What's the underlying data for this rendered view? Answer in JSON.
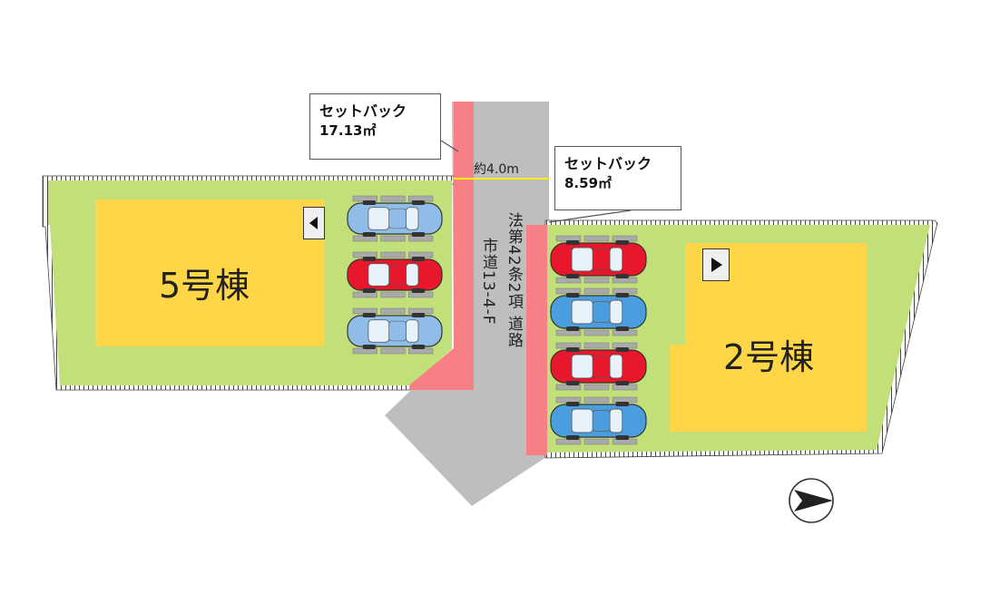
{
  "setback_left": {
    "title": "セットバック",
    "area": "17.13㎡"
  },
  "setback_right": {
    "title": "セットバック",
    "area": "8.59㎡"
  },
  "road_width": "約4.0m",
  "road_name": "市道13-4-F",
  "road_law": "法第42条2項 道路",
  "building_left": "5号棟",
  "building_right": "2号棟",
  "colors": {
    "lot_green": "#c2e07a",
    "building_yellow": "#ffd648",
    "road_gray": "#bebebe",
    "setback_red": "#f77f86",
    "car_red": "#e8172b",
    "car_blue": "#4a9ee0",
    "car_lightblue": "#8fbde8"
  },
  "parking": {
    "left": [
      "car_lightblue",
      "car_red",
      "car_lightblue"
    ],
    "right": [
      "car_red",
      "car_blue",
      "car_red",
      "car_blue"
    ]
  },
  "icons": {
    "left_marker": "triangle-left-icon",
    "right_marker": "triangle-right-icon",
    "north": "north-arrow-icon"
  }
}
